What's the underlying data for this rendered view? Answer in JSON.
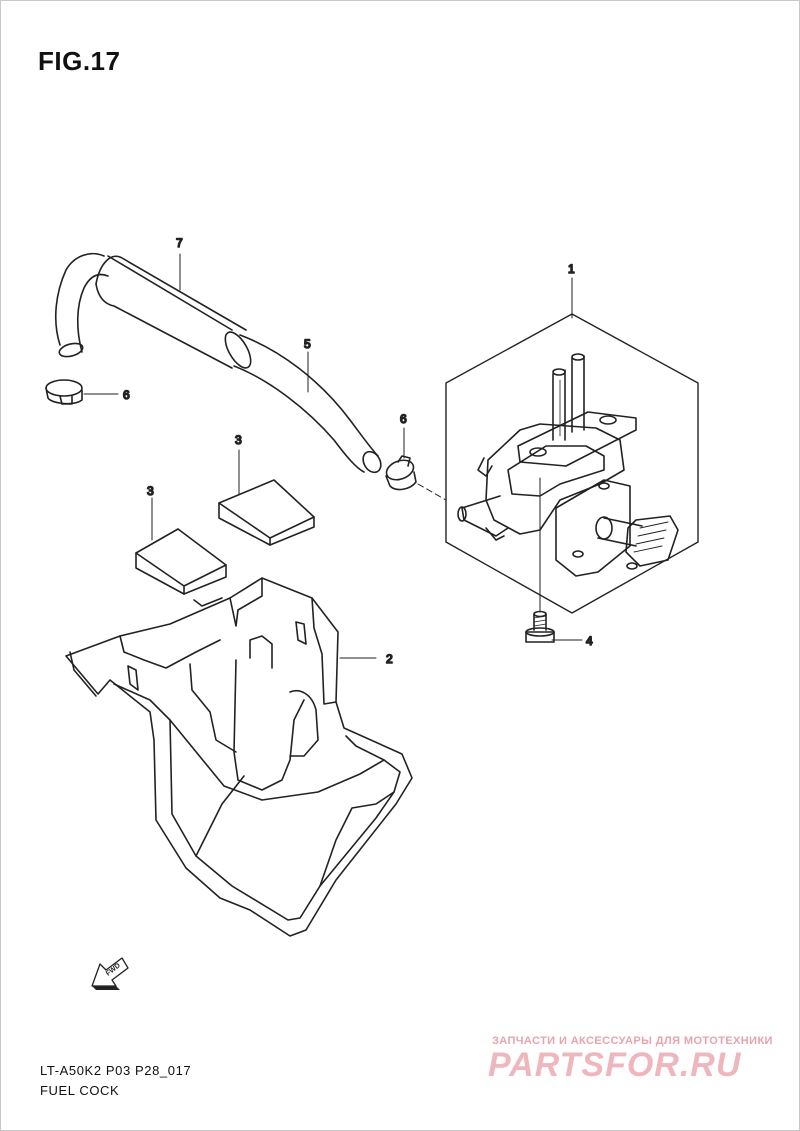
{
  "figure": {
    "title": "FIG.17",
    "code": "LT-A50K2 P03 P28_017",
    "name": "FUEL COCK"
  },
  "callouts": [
    {
      "id": "c1",
      "label": "1"
    },
    {
      "id": "c2",
      "label": "2"
    },
    {
      "id": "c3a",
      "label": "3"
    },
    {
      "id": "c3b",
      "label": "3"
    },
    {
      "id": "c4",
      "label": "4"
    },
    {
      "id": "c5",
      "label": "5"
    },
    {
      "id": "c6a",
      "label": "6"
    },
    {
      "id": "c6b",
      "label": "6"
    },
    {
      "id": "c7",
      "label": "7"
    }
  ],
  "fwd_arrow": {
    "label": "FWD",
    "icon": "fwd-arrow-icon"
  },
  "watermark": {
    "subtitle": "ЗАПЧАСТИ И АКСЕССУАРЫ ДЛЯ МОТОТЕХНИКИ",
    "brand": "PARTSFOR.RU",
    "color": "#e6a3ac"
  }
}
